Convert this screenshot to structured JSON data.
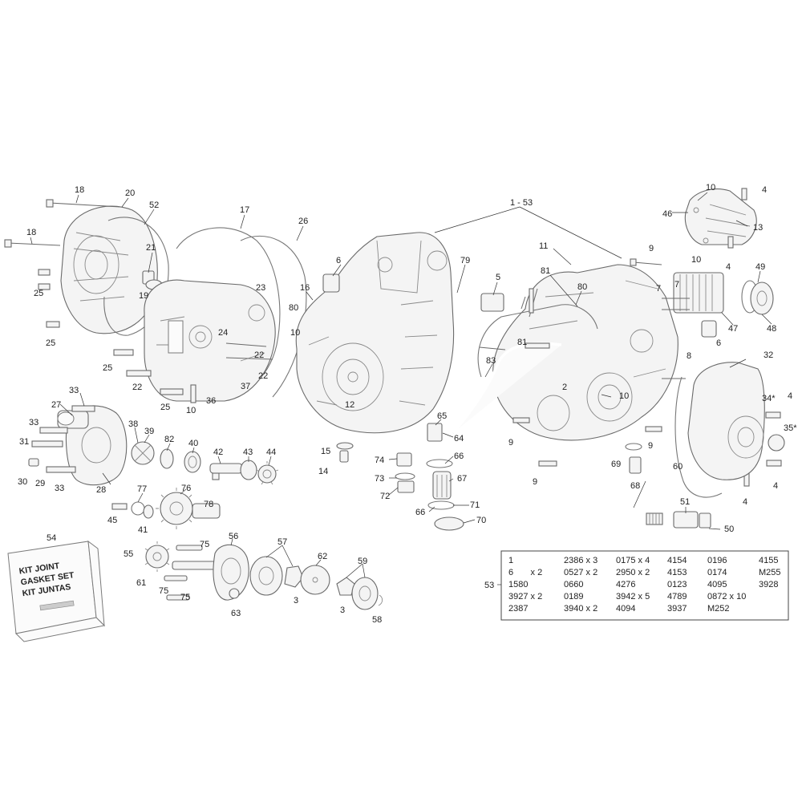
{
  "callouts": {
    "c18a": "18",
    "c18b": "18",
    "c20": "20",
    "c52": "52",
    "c21": "21",
    "c19": "19",
    "c25a": "25",
    "c25b": "25",
    "c25c": "25",
    "c25d": "25",
    "c17": "17",
    "c26": "26",
    "c23": "23",
    "c24": "24",
    "c22a": "22",
    "c22b": "22",
    "c36": "36",
    "c37": "37",
    "c10a": "10",
    "c10b": "10",
    "c10c": "10",
    "c10d": "10",
    "c10e": "10",
    "c6a": "6",
    "c6b": "6",
    "c16": "16",
    "c80a": "80",
    "c80b": "80",
    "c12": "12",
    "c79": "79",
    "c5": "5",
    "c1_53": "1 - 53",
    "c11": "11",
    "c81a": "81",
    "c81b": "81",
    "c83": "83",
    "c2": "2",
    "c9a": "9",
    "c9b": "9",
    "c9c": "9",
    "c9d": "9",
    "c7a": "7",
    "c7b": "7",
    "c46": "46",
    "c13": "13",
    "c4a": "4",
    "c4b": "4",
    "c4c": "4",
    "c4d": "4",
    "c4e": "4",
    "c49": "49",
    "c47": "47",
    "c48": "48",
    "c8": "8",
    "c32": "32",
    "c34": "34*",
    "c35": "35*",
    "c60": "60",
    "c69": "69",
    "c68": "68",
    "c51": "51",
    "c50": "50",
    "c33a": "33",
    "c33b": "33",
    "c33c": "33",
    "c27": "27",
    "c31": "31",
    "c30": "30",
    "c29": "29",
    "c28": "28",
    "c38": "38",
    "c39": "39",
    "c82": "82",
    "c40": "40",
    "c42": "42",
    "c43": "43",
    "c44": "44",
    "c15": "15",
    "c14": "14",
    "c65": "65",
    "c64": "64",
    "c74": "74",
    "c73": "73",
    "c72": "72",
    "c66a": "66",
    "c66b": "66",
    "c67": "67",
    "c71": "71",
    "c70": "70",
    "c45": "45",
    "c77": "77",
    "c41": "41",
    "c76": "76",
    "c78": "78",
    "c54": "54",
    "c56": "56",
    "c55": "55",
    "c61": "61",
    "c75a": "75",
    "c75b": "75",
    "c75c": "75",
    "c63": "63",
    "c57": "57",
    "c62": "62",
    "c59": "59",
    "c3a": "3",
    "c3b": "3",
    "c58": "58",
    "c53": "53"
  },
  "kit_box": {
    "line1": "KIT JOINT",
    "line2": "GASKET SET",
    "line3": "KIT JUNTAS"
  },
  "parts_table": {
    "rows": [
      [
        "1",
        "2386 x 3",
        "0175 x 4",
        "4154",
        "0196",
        "4155"
      ],
      [
        "6       x 2",
        "0527 x 2",
        "2950 x 2",
        "4153",
        "0174",
        "M255"
      ],
      [
        "1580",
        "0660",
        "4276",
        "0123",
        "4095",
        "3928"
      ],
      [
        "3927 x 2",
        "0189",
        "3942 x 5",
        "4789",
        "0872 x 10",
        ""
      ],
      [
        "2387",
        "3940 x 2",
        "4094",
        "3937",
        "M252",
        ""
      ]
    ]
  },
  "icon_names": [
    "bolt-icon",
    "gear-icon",
    "bearing-icon",
    "crankcase-icon",
    "cover-icon",
    "filter-icon"
  ]
}
